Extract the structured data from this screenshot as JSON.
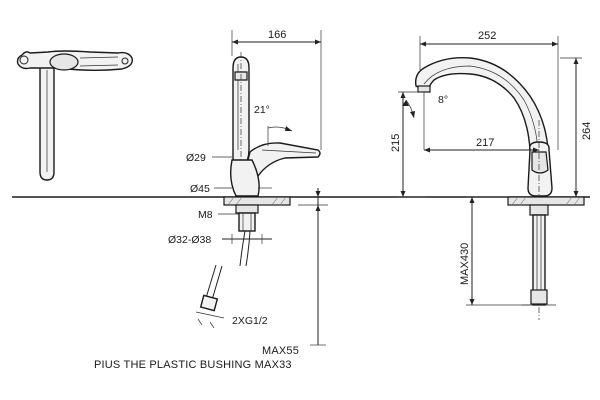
{
  "labels": {
    "width_side": "166",
    "angle_handle": "21°",
    "dia_29": "Ø29",
    "dia_45": "Ø45",
    "thread_m8": "M8",
    "dia_range": "Ø32-Ø38",
    "hose_thread": "2XG1/2",
    "max_55": "MAX55",
    "bushing_note": "PIUS THE PLASTIC BUSHING MAX33",
    "width_front": "252",
    "angle_spout": "8°",
    "height_215": "215",
    "reach_217": "217",
    "height_264": "264",
    "max_430": "MAX430"
  },
  "colors": {
    "line": "#1a1a1a",
    "fill": "#f2f2f2",
    "background": "#ffffff"
  }
}
